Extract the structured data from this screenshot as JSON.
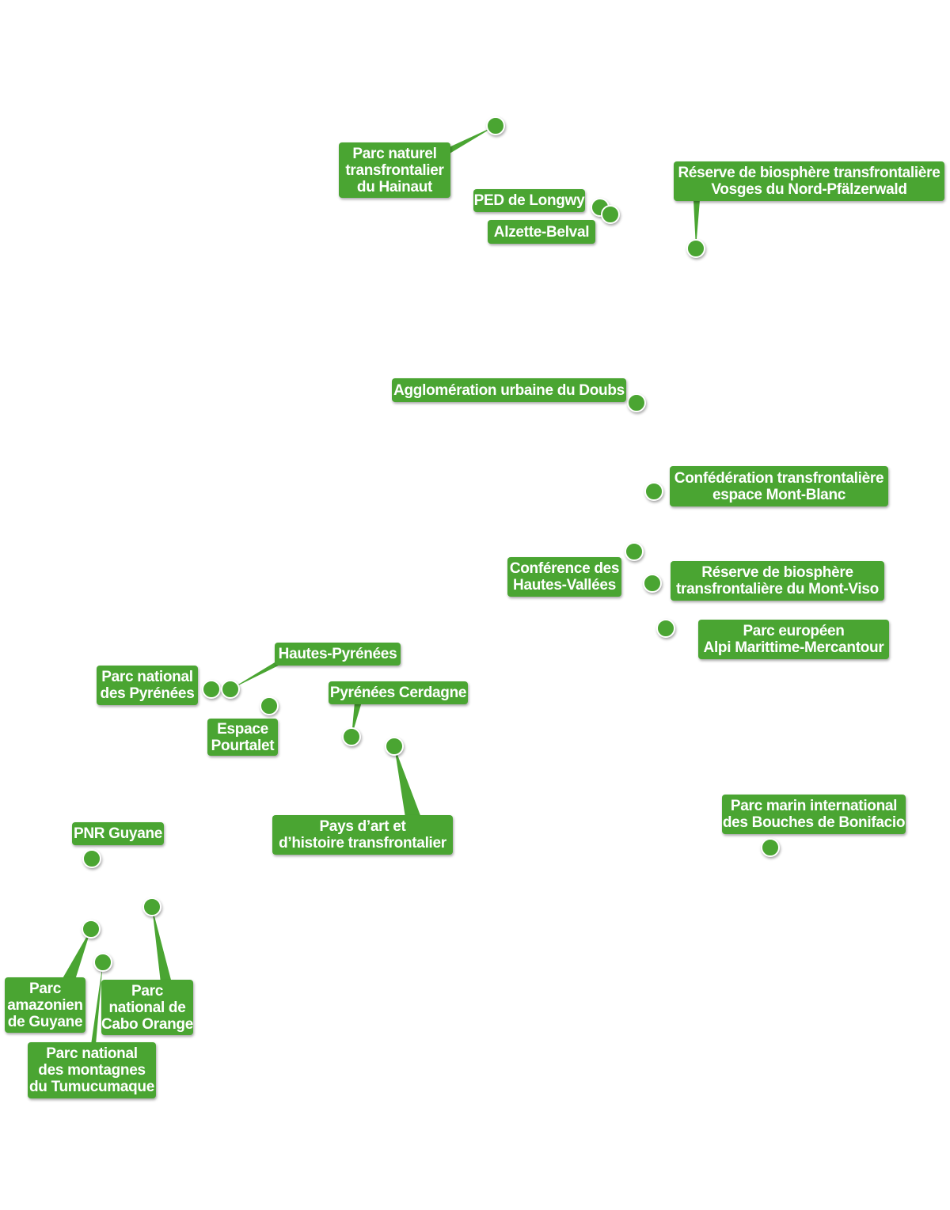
{
  "map": {
    "accent_color": "#4aa532",
    "marker_border_color": "#ffffff",
    "sites": [
      {
        "id": "hainaut",
        "lines": [
          "Parc naturel",
          "transfrontalier",
          "du Hainaut"
        ]
      },
      {
        "id": "longwy",
        "lines": [
          "PED de Longwy"
        ]
      },
      {
        "id": "alzette",
        "lines": [
          "Alzette-Belval"
        ]
      },
      {
        "id": "vosges",
        "lines": [
          "Réserve de biosphère transfrontalière",
          "Vosges du Nord-Pfälzerwald"
        ]
      },
      {
        "id": "doubs",
        "lines": [
          "Agglomération urbaine du Doubs"
        ]
      },
      {
        "id": "montblanc",
        "lines": [
          "Confédération transfrontalière",
          "espace Mont-Blanc"
        ]
      },
      {
        "id": "hautesvallees",
        "lines": [
          "Conférence des",
          "Hautes-Vallées"
        ]
      },
      {
        "id": "montviso",
        "lines": [
          "Réserve de biosphère",
          "transfrontalière du Mont-Viso"
        ]
      },
      {
        "id": "alpi",
        "lines": [
          "Parc européen",
          "Alpi Marittime-Mercantour"
        ]
      },
      {
        "id": "pyrenees-parc",
        "lines": [
          "Parc national",
          "des Pyrénées"
        ]
      },
      {
        "id": "hautespyrenees",
        "lines": [
          "Hautes-Pyrénées"
        ]
      },
      {
        "id": "pourtalet",
        "lines": [
          "Espace",
          "Pourtalet"
        ]
      },
      {
        "id": "cerdagne",
        "lines": [
          "Pyrénées Cerdagne"
        ]
      },
      {
        "id": "paysdart",
        "lines": [
          "Pays d’art et",
          "d’histoire transfrontalier"
        ]
      },
      {
        "id": "bonifacio",
        "lines": [
          "Parc marin international",
          "des Bouches de Bonifacio"
        ]
      },
      {
        "id": "pnrguyane",
        "lines": [
          "PNR Guyane"
        ]
      },
      {
        "id": "amazonien",
        "lines": [
          "Parc",
          "amazonien",
          "de Guyane"
        ]
      },
      {
        "id": "caboorange",
        "lines": [
          "Parc",
          "national de",
          "Cabo Orange"
        ]
      },
      {
        "id": "tumucumaque",
        "lines": [
          "Parc national",
          "des montagnes",
          "du Tumucumaque"
        ]
      }
    ]
  }
}
